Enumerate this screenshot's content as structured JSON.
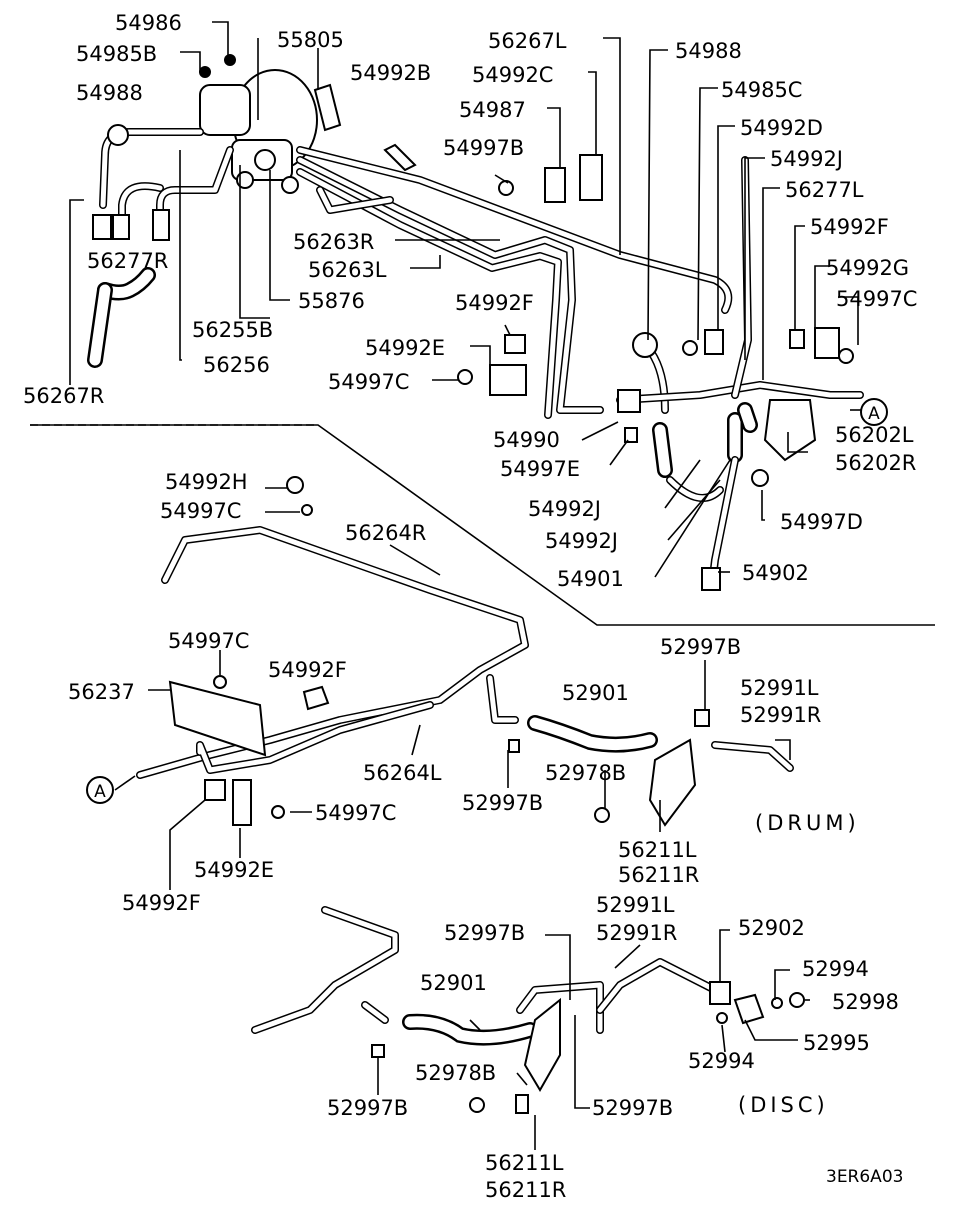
{
  "labels": {
    "p54986": "54986",
    "p54985B": "54985B",
    "p55805": "55805",
    "p54988_a": "54988",
    "p54992B": "54992B",
    "p56267L": "56267L",
    "p54988_b": "54988",
    "p54992C": "54992C",
    "p54985C": "54985C",
    "p54987": "54987",
    "p54992D": "54992D",
    "p54997B": "54997B",
    "p54992J_a": "54992J",
    "p56277L": "56277L",
    "p54992F_a": "54992F",
    "p56277R": "56277R",
    "p56263R": "56263R",
    "p56263L": "56263L",
    "p55876": "55876",
    "p54992G": "54992G",
    "p54997C_a": "54997C",
    "p54992F_b": "54992F",
    "p56255B": "56255B",
    "p54992E_a": "54992E",
    "p56256": "56256",
    "p56267R": "56267R",
    "p54997C_b": "54997C",
    "p54990": "54990",
    "p56202L": "56202L",
    "p56202R": "56202R",
    "p54997E": "54997E",
    "p54992H": "54992H",
    "p54997C_c": "54997C",
    "p56264R": "56264R",
    "p54992J_b": "54992J",
    "p54997D": "54997D",
    "p54992J_c": "54992J",
    "p54901": "54901",
    "p54902": "54902",
    "p52997B_a": "52997B",
    "p54997C_d": "54997C",
    "p52901_a": "52901",
    "p52991L_a": "52991L",
    "p52991R_a": "52991R",
    "p54992F_c": "54992F",
    "p56237": "56237",
    "p56264L": "56264L",
    "p52978B_a": "52978B",
    "ref_A_1": "A",
    "ref_A_2": "A",
    "p54997C_e": "54997C",
    "p52997B_b": "52997B",
    "drum": "(DRUM)",
    "p56211L_a": "56211L",
    "p56211R_a": "56211R",
    "p54992E_b": "54992E",
    "p54992F_d": "54992F",
    "p52991L_b": "52991L",
    "p52997B_c": "52997B",
    "p52991R_b": "52991R",
    "p52902": "52902",
    "p52994_a": "52994",
    "p52901_b": "52901",
    "p52998": "52998",
    "p52995": "52995",
    "p52994_b": "52994",
    "p52978B_b": "52978B",
    "p52997B_d": "52997B",
    "p52997B_e": "52997B",
    "disc": "(DISC)",
    "p56211L_b": "56211L",
    "p56211R_b": "56211R",
    "diagram_code": "3ER6A03"
  }
}
